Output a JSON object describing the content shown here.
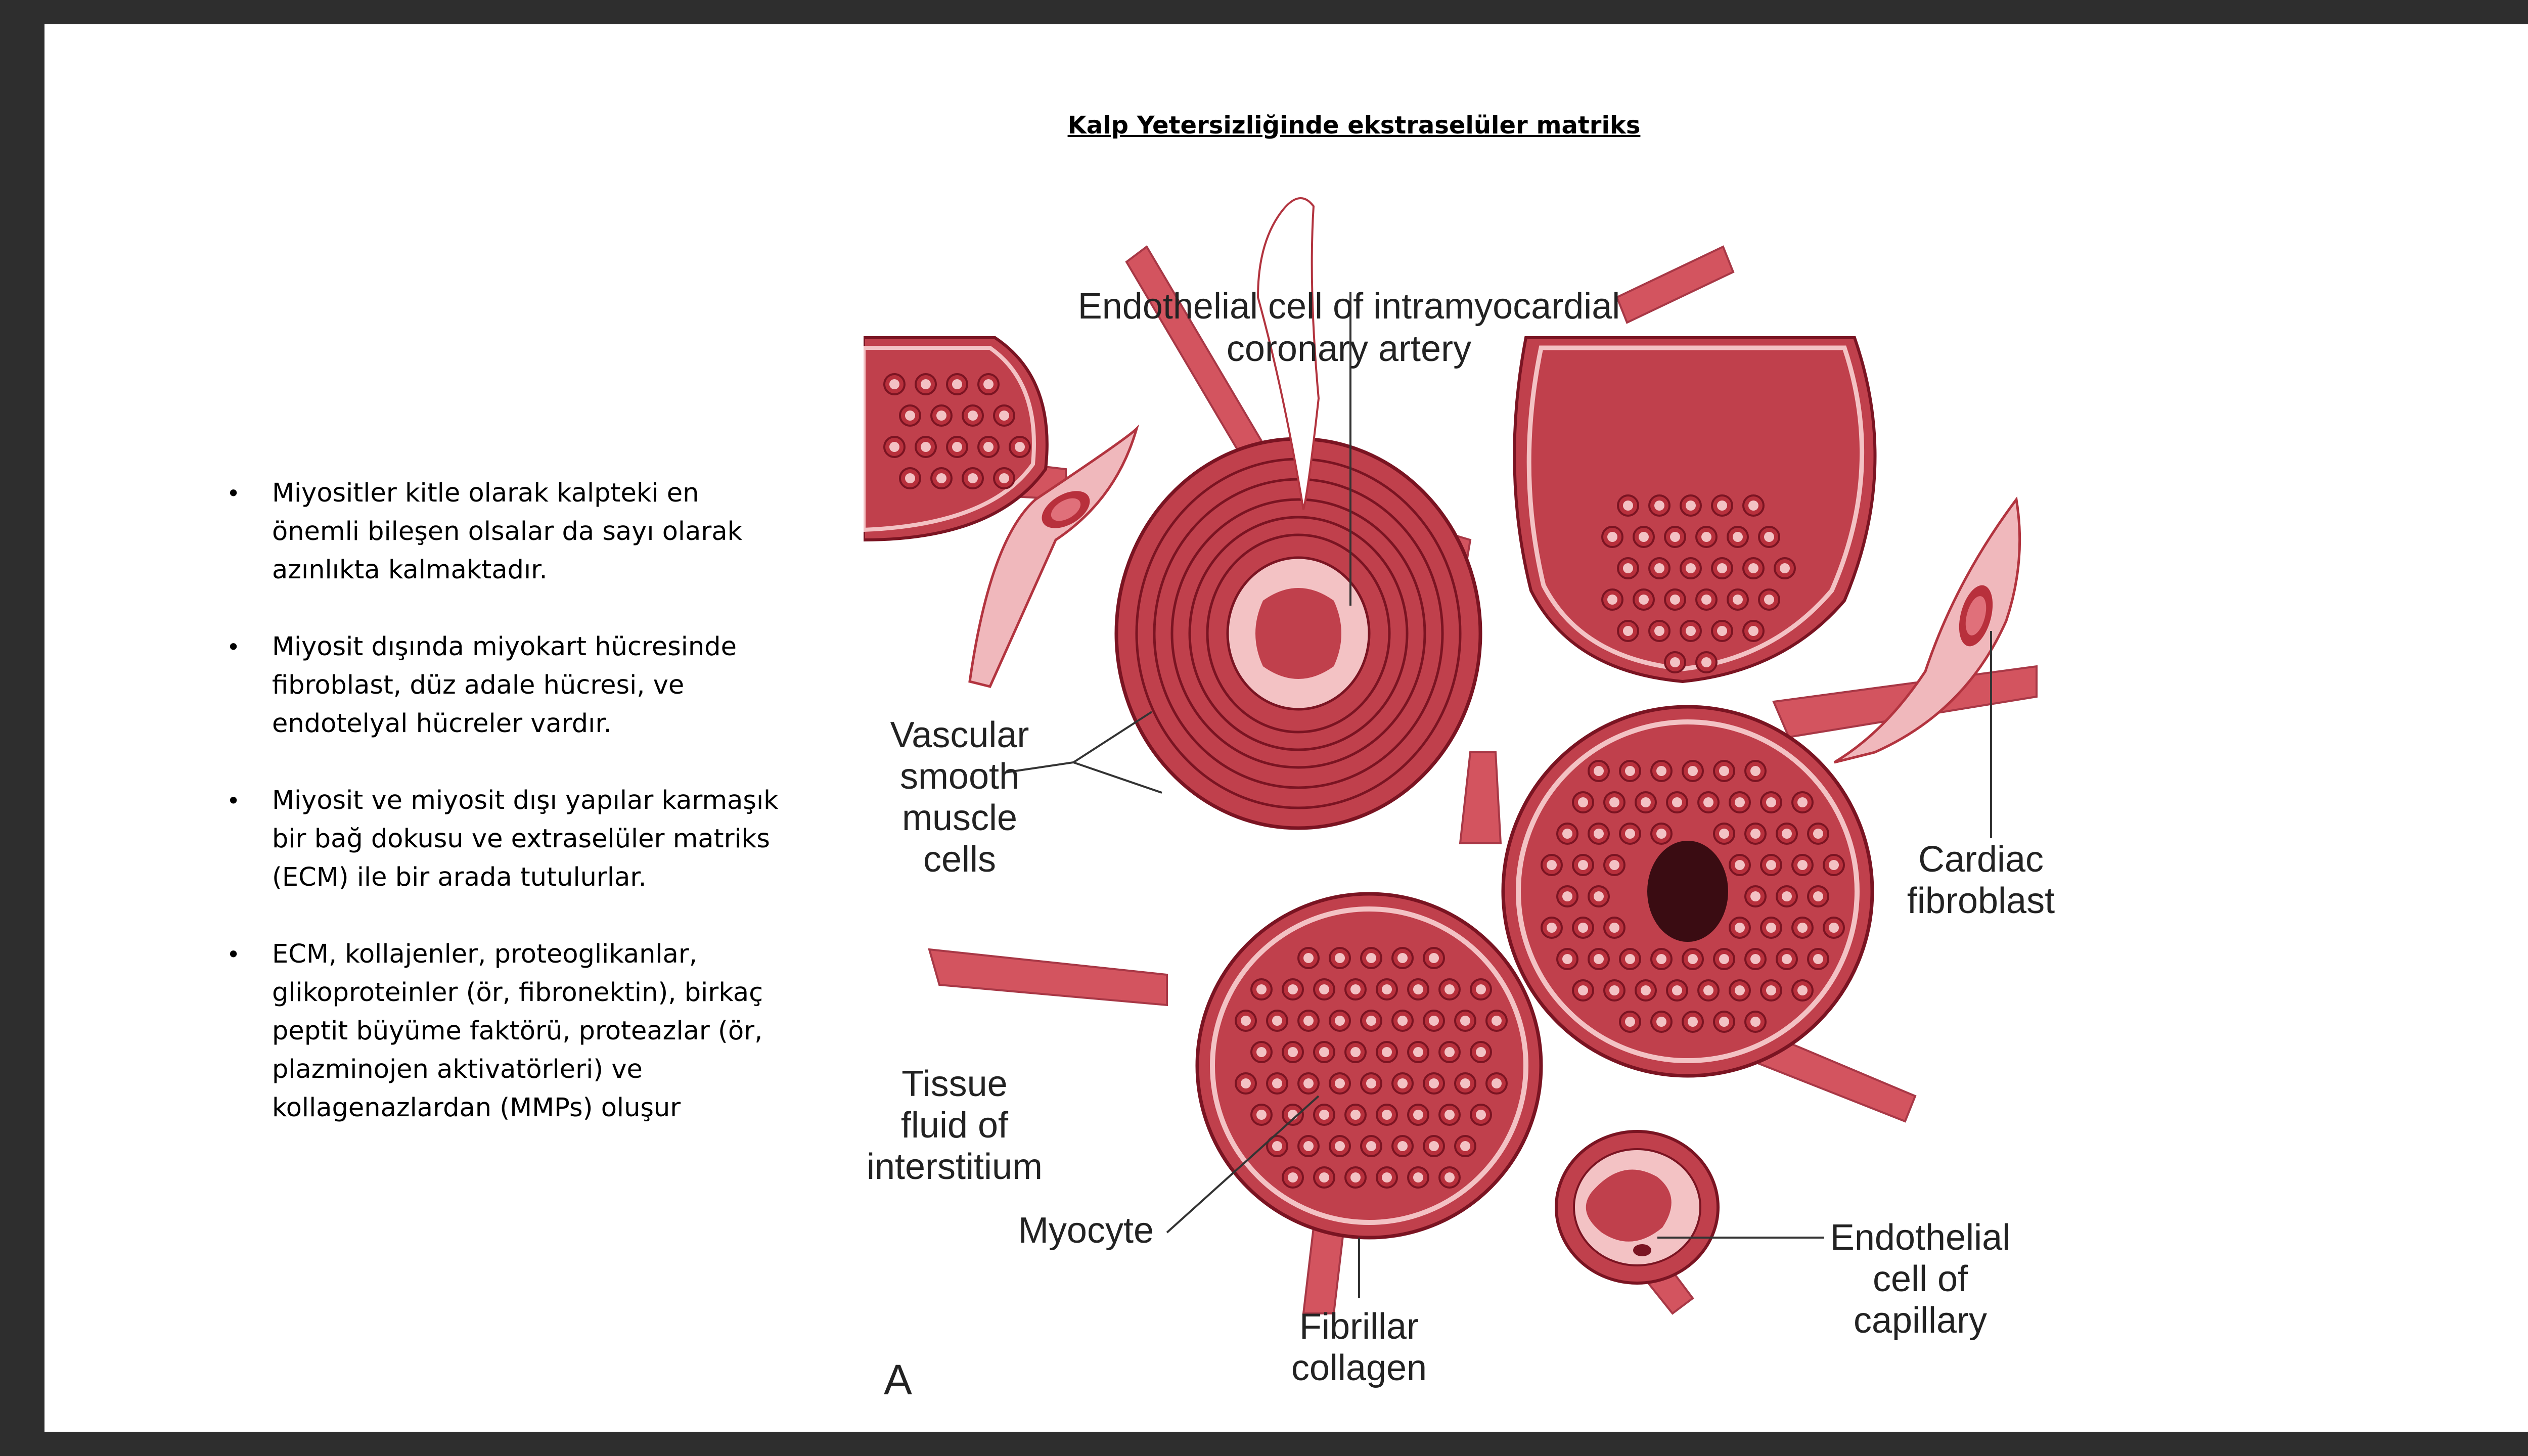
{
  "slide": {
    "title": "Kalp Yetersizliğinde ekstraselüler matriks",
    "bullets": [
      "Miyositler kitle olarak kalpteki en\nönemli bileşen olsalar da sayı olarak\nazınlıkta kalmaktadır.",
      "Miyosit dışında miyokart hücresinde\nfibroblast, düz adale hücresi, ve\nendotelyal hücreler vardır.",
      "Miyosit ve miyosit dışı yapılar karmaşık\nbir bağ dokusu ve extraselüler matriks\n(ECM) ile bir arada tutulurlar.",
      "ECM, kollajenler, proteoglikanlar,\nglikoproteinler (ör, fibronektin), birkaç\npeptit büyüme faktörü, proteazlar (ör,\nplazminojen aktivatörleri) ve\nkollagenazlardan (MMPs) oluşur"
    ]
  },
  "figure": {
    "labels": {
      "endothelial_artery_1": "Endothelial cell of intramyocardial",
      "endothelial_artery_2": "coronary artery",
      "vascular_1": "Vascular",
      "vascular_2": "smooth",
      "vascular_3": "muscle",
      "vascular_4": "cells",
      "cardiac_1": "Cardiac",
      "cardiac_2": "fibroblast",
      "tissue_1": "Tissue",
      "tissue_2": "fluid of",
      "tissue_3": "interstitium",
      "myocyte": "Myocyte",
      "fibrillar_1": "Fibrillar",
      "fibrillar_2": "collagen",
      "endo_cap_1": "Endothelial",
      "endo_cap_2": "cell of",
      "endo_cap_3": "capillary",
      "panel": "A"
    },
    "colors": {
      "tissue": "#c0404c",
      "cell_fill": "#b8303c",
      "ecm": "#e27a82",
      "membrane": "#f3c2c4",
      "dark": "#7a1422",
      "nucleus": "#3a0c12"
    }
  }
}
